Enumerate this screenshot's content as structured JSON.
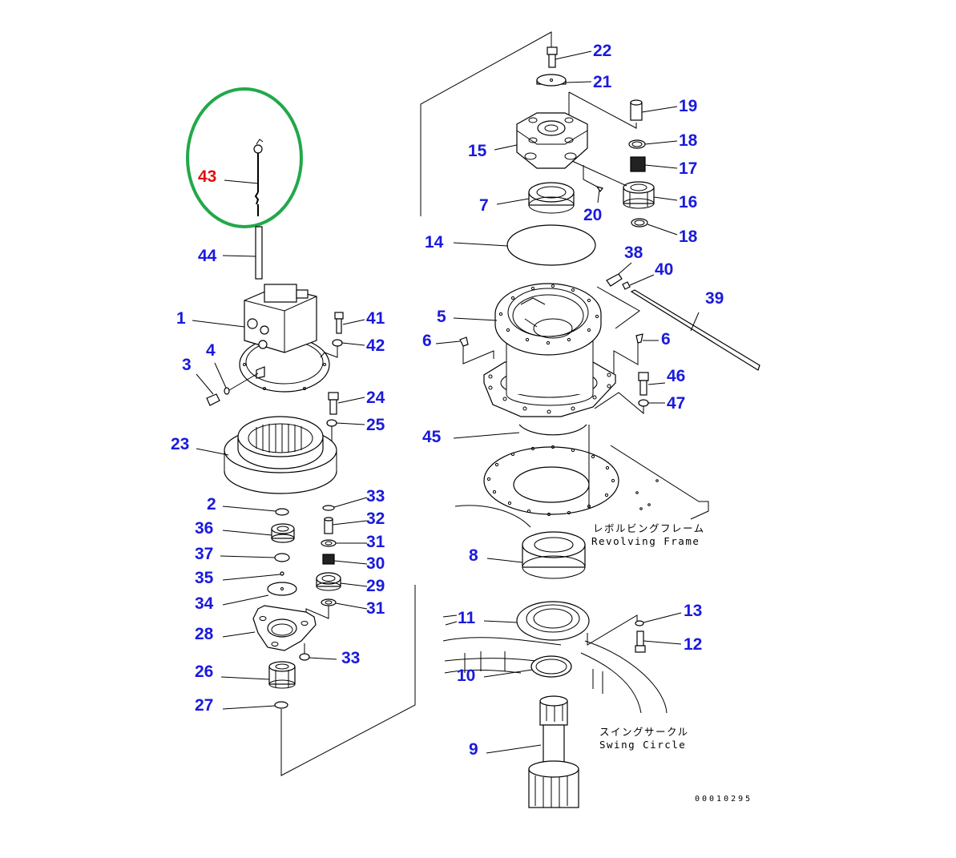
{
  "diagram": {
    "title": "Swing Machinery Exploded Parts View",
    "document_number": "00010295",
    "highlight": {
      "part": "43",
      "color": "#22a84a"
    },
    "colors": {
      "callout": "#1a1adc",
      "callout_highlighted": "#e01010",
      "line": "#000000"
    },
    "notes": {
      "revolving_frame_jp": "レボルビングフレーム",
      "revolving_frame_en": "Revolving Frame",
      "swing_circle_jp": "スイングサークル",
      "swing_circle_en": "Swing Circle"
    },
    "callouts": [
      {
        "id": "c1",
        "label": "1"
      },
      {
        "id": "c2",
        "label": "2"
      },
      {
        "id": "c3",
        "label": "3"
      },
      {
        "id": "c4",
        "label": "4"
      },
      {
        "id": "c5",
        "label": "5"
      },
      {
        "id": "c6a",
        "label": "6"
      },
      {
        "id": "c6b",
        "label": "6"
      },
      {
        "id": "c7",
        "label": "7"
      },
      {
        "id": "c8",
        "label": "8"
      },
      {
        "id": "c9",
        "label": "9"
      },
      {
        "id": "c10",
        "label": "10"
      },
      {
        "id": "c11",
        "label": "11"
      },
      {
        "id": "c12",
        "label": "12"
      },
      {
        "id": "c13",
        "label": "13"
      },
      {
        "id": "c14",
        "label": "14"
      },
      {
        "id": "c15",
        "label": "15"
      },
      {
        "id": "c16",
        "label": "16"
      },
      {
        "id": "c17",
        "label": "17"
      },
      {
        "id": "c18a",
        "label": "18"
      },
      {
        "id": "c18b",
        "label": "18"
      },
      {
        "id": "c19",
        "label": "19"
      },
      {
        "id": "c20",
        "label": "20"
      },
      {
        "id": "c21",
        "label": "21"
      },
      {
        "id": "c22",
        "label": "22"
      },
      {
        "id": "c23",
        "label": "23"
      },
      {
        "id": "c24",
        "label": "24"
      },
      {
        "id": "c25",
        "label": "25"
      },
      {
        "id": "c26",
        "label": "26"
      },
      {
        "id": "c27",
        "label": "27"
      },
      {
        "id": "c28",
        "label": "28"
      },
      {
        "id": "c29",
        "label": "29"
      },
      {
        "id": "c30",
        "label": "30"
      },
      {
        "id": "c31a",
        "label": "31"
      },
      {
        "id": "c31b",
        "label": "31"
      },
      {
        "id": "c32",
        "label": "32"
      },
      {
        "id": "c33a",
        "label": "33"
      },
      {
        "id": "c33b",
        "label": "33"
      },
      {
        "id": "c34",
        "label": "34"
      },
      {
        "id": "c35",
        "label": "35"
      },
      {
        "id": "c36",
        "label": "36"
      },
      {
        "id": "c37",
        "label": "37"
      },
      {
        "id": "c38",
        "label": "38"
      },
      {
        "id": "c39",
        "label": "39"
      },
      {
        "id": "c40",
        "label": "40"
      },
      {
        "id": "c41",
        "label": "41"
      },
      {
        "id": "c42",
        "label": "42"
      },
      {
        "id": "c43",
        "label": "43"
      },
      {
        "id": "c44",
        "label": "44"
      },
      {
        "id": "c45",
        "label": "45"
      },
      {
        "id": "c46",
        "label": "46"
      },
      {
        "id": "c47",
        "label": "47"
      }
    ]
  }
}
